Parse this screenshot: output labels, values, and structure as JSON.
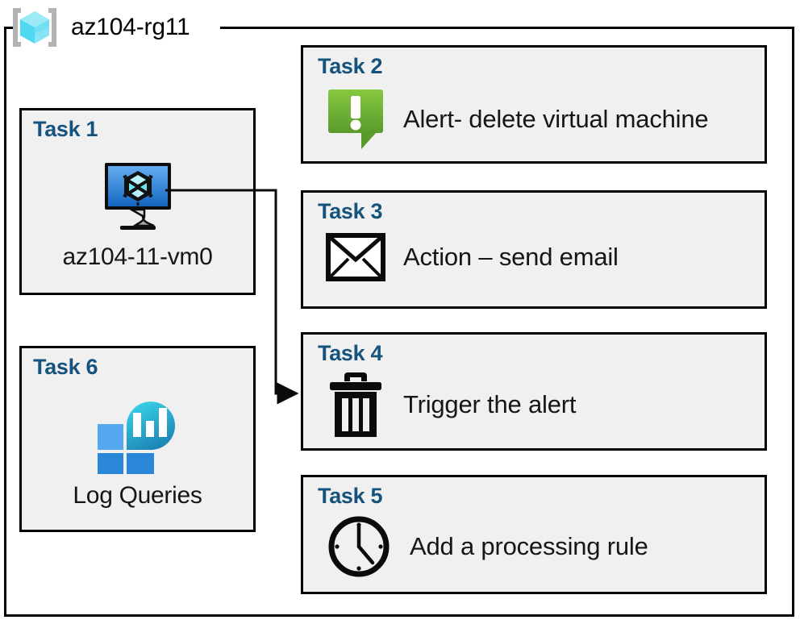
{
  "resource_group": {
    "icon": "azure-resource-group-icon",
    "title": "az104-rg11"
  },
  "cards": {
    "task1": {
      "label": "Task 1",
      "icon": "virtual-machine-icon",
      "caption": "az104-11-vm0"
    },
    "task6": {
      "label": "Task 6",
      "icon": "log-analytics-icon",
      "caption": "Log Queries"
    },
    "task2": {
      "label": "Task 2",
      "icon": "alert-exclamation-icon",
      "text": "Alert- delete virtual machine"
    },
    "task3": {
      "label": "Task 3",
      "icon": "envelope-icon",
      "text": "Action – send email"
    },
    "task4": {
      "label": "Task 4",
      "icon": "trash-can-icon",
      "text": "Trigger the alert"
    },
    "task5": {
      "label": "Task 5",
      "icon": "clock-icon",
      "text": "Add a processing rule"
    }
  },
  "connector": {
    "from": "task1-vm-icon",
    "to": "task4-card",
    "style": "elbow-arrow"
  },
  "colors": {
    "card_background": "#f0f0f0",
    "card_border": "#000000",
    "task_label": "#15537d",
    "body_text": "#161616",
    "alert_green_light": "#82c341",
    "alert_green_dark": "#5d9732",
    "vm_blue_light": "#5aa7ef",
    "vm_blue_dark": "#1f6fc4",
    "rg_cube_cyan": "#7fe5f6",
    "log_blue": "#2b88d8",
    "log_teal": "#33ccde"
  }
}
